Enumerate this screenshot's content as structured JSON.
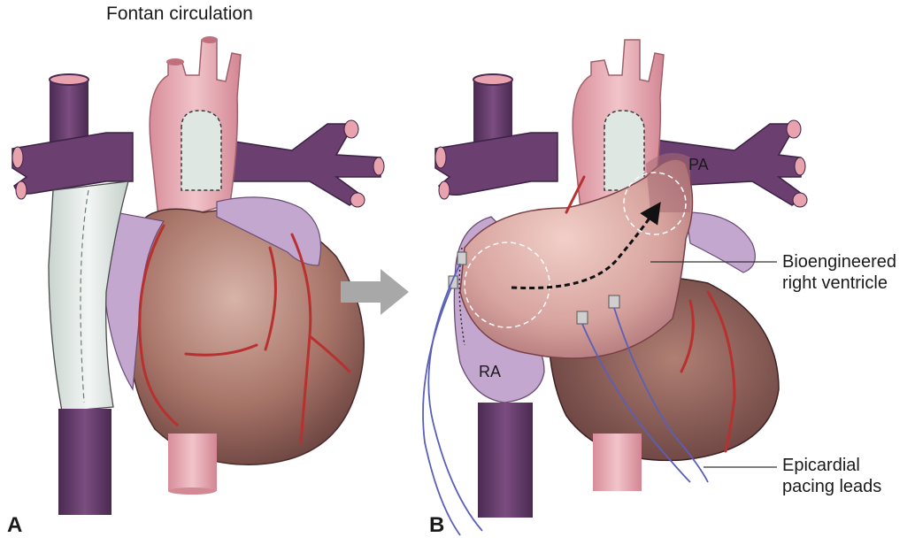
{
  "title": "Fontan circulation",
  "panels": [
    {
      "letter": "A"
    },
    {
      "letter": "B"
    }
  ],
  "labels": {
    "pa": "PA",
    "ra": "RA",
    "bioengineered_line1": "Bioengineered",
    "bioengineered_line2": "right ventricle",
    "epicardial_line1": "Epicardial",
    "epicardial_line2": "pacing leads"
  },
  "colors": {
    "vein_purple": "#6b3f70",
    "artery_pink": "#e7a9b2",
    "heart_brown": "#9a6a62",
    "conduit_grey": "#dfe7e3",
    "atrium_lilac": "#c4a7cf",
    "coronary_red": "#b8302f",
    "pacing_lead_blue": "#5a5fb8",
    "arrow_grey": "#a8a8a8"
  }
}
